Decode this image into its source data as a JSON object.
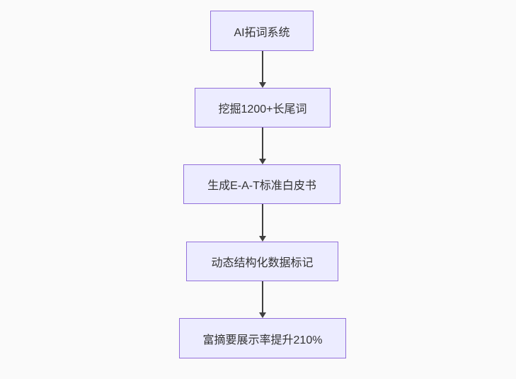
{
  "diagram": {
    "type": "flowchart-top-down",
    "colors": {
      "background": "#fafafa",
      "node_fill": "#ECECFF",
      "node_border": "#9370DB",
      "edge_color": "#3f3f3f",
      "text_color": "#333333"
    },
    "nodes": [
      {
        "id": "step-1",
        "label": "AI拓词系统"
      },
      {
        "id": "step-2",
        "label": "挖掘1200+长尾词"
      },
      {
        "id": "step-3",
        "label": "生成E-A-T标准白皮书"
      },
      {
        "id": "step-4",
        "label": "动态结构化数据标记"
      },
      {
        "id": "step-5",
        "label": "富摘要展示率提升210%"
      }
    ],
    "edges": [
      {
        "from": "step-1",
        "to": "step-2",
        "style": "arrow-down"
      },
      {
        "from": "step-2",
        "to": "step-3",
        "style": "arrow-down"
      },
      {
        "from": "step-3",
        "to": "step-4",
        "style": "arrow-down"
      },
      {
        "from": "step-4",
        "to": "step-5",
        "style": "arrow-down"
      }
    ]
  }
}
